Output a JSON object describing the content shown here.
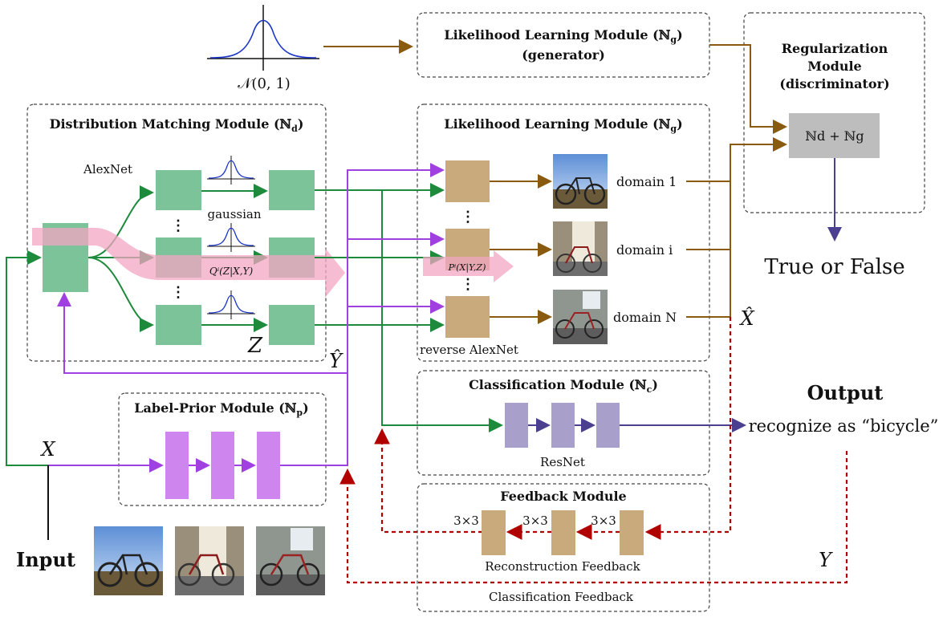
{
  "colors": {
    "green_block": "#7cc39a",
    "tan_block": "#c8aa7c",
    "purple_block": "#a99fcb",
    "violet_block": "#cf85ee",
    "gray_block": "#bdbdbd",
    "green_arrow": "#1e8a3c",
    "brown_arrow": "#8a5a10",
    "violet_arrow": "#a040e0",
    "navy_arrow": "#4b3f8f",
    "red_dashed": "#b00000",
    "pink_band": "#f2a6c3"
  },
  "noise": {
    "label": "𝒩(0, 1)"
  },
  "likelihood_generator": {
    "title": "Likelihood Learning Module (ℕ",
    "title_sub": "g",
    "title_end": ")",
    "subtitle": "(generator)"
  },
  "regularization": {
    "line1": "Regularization",
    "line2": "Module",
    "line3": "(discriminator)",
    "block_label": "ℕd + ℕg",
    "result": "True or False"
  },
  "distribution": {
    "title": "Distribution Matching Module (ℕ",
    "title_sub": "d",
    "title_end": ")",
    "alexnet_label": "AlexNet",
    "gaussian_label": "gaussian",
    "q_label": "Qⁱ(Z|X,Y)",
    "z_label": "Z",
    "vdots": "⋮"
  },
  "likelihood": {
    "title": "Likelihood Learning Module (ℕ",
    "title_sub": "g",
    "title_end": ")",
    "p_label": "Pⁱ(X|Y,Z)",
    "reverse_label": "reverse AlexNet",
    "domains": [
      "domain 1",
      "domain i",
      "domain N"
    ],
    "vdots": "⋮"
  },
  "y_hat": "Ŷ",
  "x_hat": "X̂",
  "classification": {
    "title": "Classification Module (ℕ",
    "title_sub": "c",
    "title_end": ")",
    "net_label": "ResNet"
  },
  "output": {
    "title": "Output",
    "text": "recognize as “bicycle”",
    "y_label": "Y"
  },
  "label_prior": {
    "title": "Label-Prior Module (ℕ",
    "title_sub": "p",
    "title_end": ")"
  },
  "input": {
    "title": "Input",
    "x_label": "X"
  },
  "feedback": {
    "title": "Feedback Module",
    "kernels": [
      "3×3",
      "3×3",
      "3×3"
    ],
    "reconstruction": "Reconstruction Feedback",
    "classification_feedback": "Classification Feedback"
  }
}
